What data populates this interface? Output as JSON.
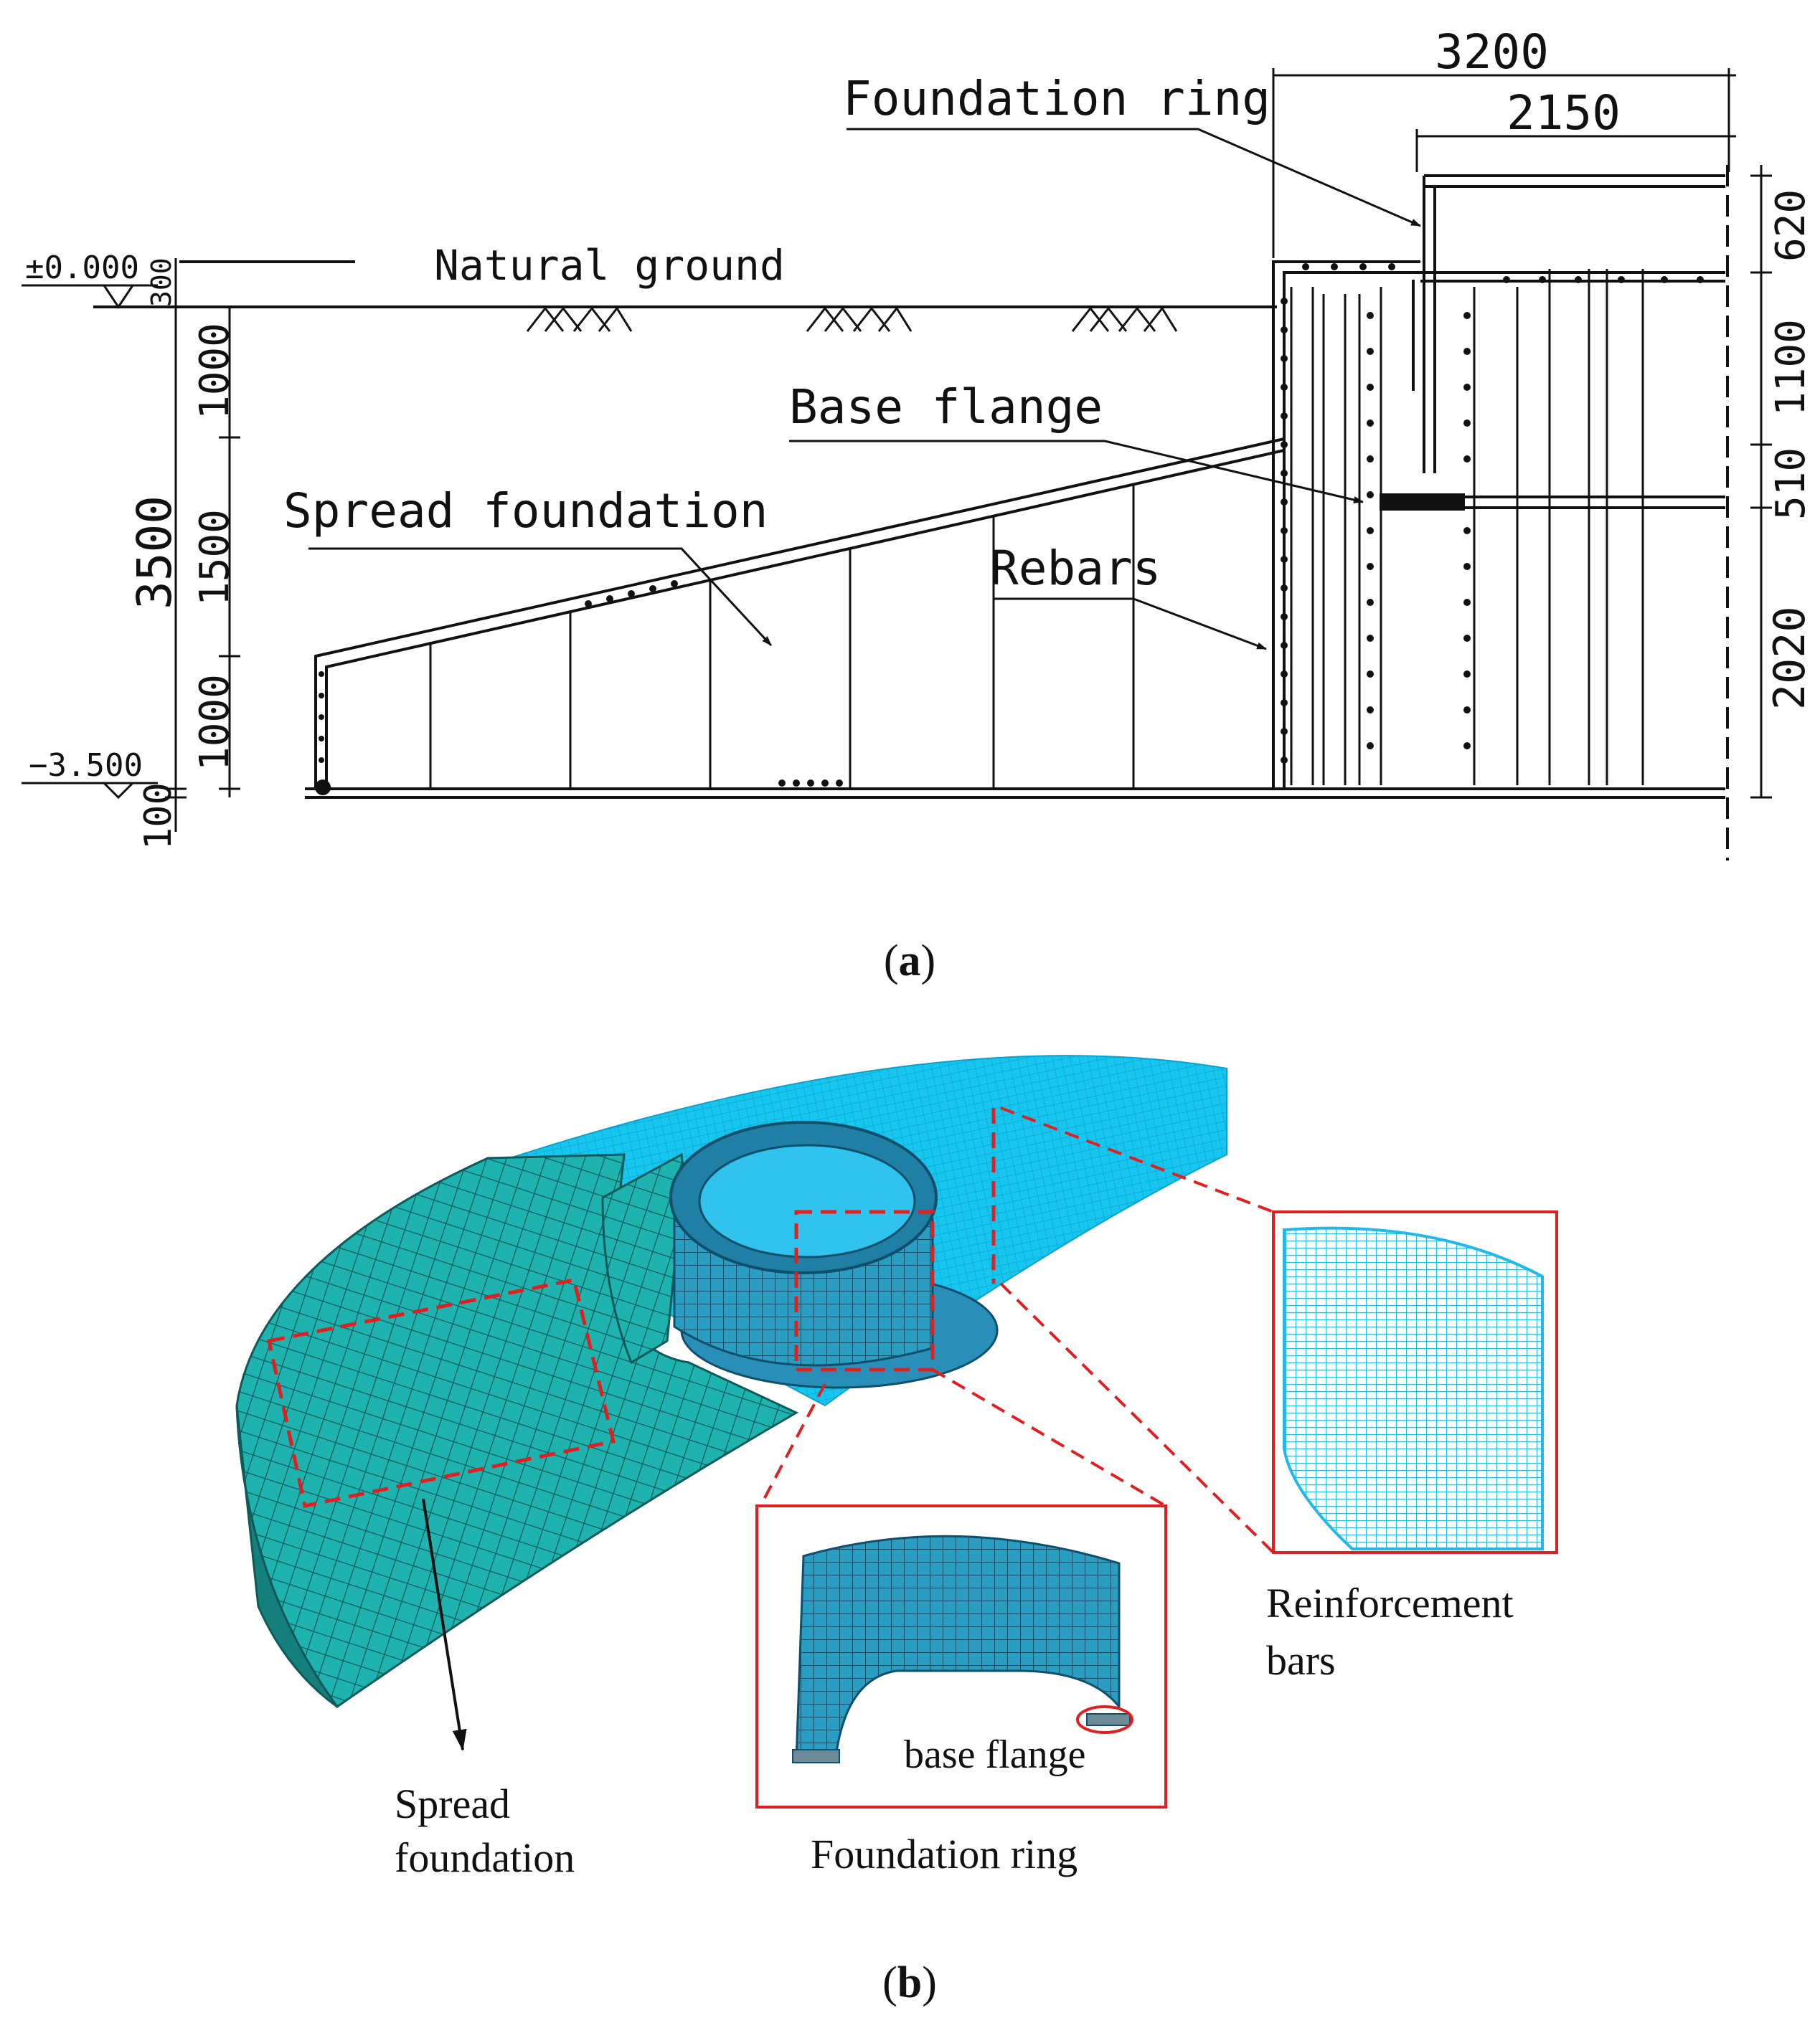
{
  "panel_a": {
    "label_open": "(",
    "label_letter": "a",
    "label_close": ")",
    "texts": {
      "foundation_ring": "Foundation ring",
      "natural_ground": "Natural ground",
      "base_flange": "Base flange",
      "spread_foundation": "Spread foundation",
      "rebars": "Rebars"
    },
    "elevations": {
      "top": "±0.000",
      "bottom": "−3.500"
    },
    "dims_top": [
      "3200",
      "2150"
    ],
    "dims_left": {
      "total": "3500",
      "segments": [
        "1000",
        "1500",
        "1000"
      ],
      "top_small": "300",
      "bottom_small": "100"
    },
    "dims_right": [
      "620",
      "1100",
      "510",
      "2020"
    ]
  },
  "panel_b": {
    "label_open": "(",
    "label_letter": "b",
    "label_close": ")",
    "callouts": {
      "spread_line1": "Spread",
      "spread_line2": "foundation",
      "ring": "Foundation ring",
      "flange": "base flange",
      "reinf_line1": "Reinforcement",
      "reinf_line2": "bars"
    },
    "colors": {
      "mesh_dark": "#1aa3a3",
      "mesh_light": "#00c8f0",
      "ring": "#1f8db0",
      "callout": "#e02020"
    }
  }
}
